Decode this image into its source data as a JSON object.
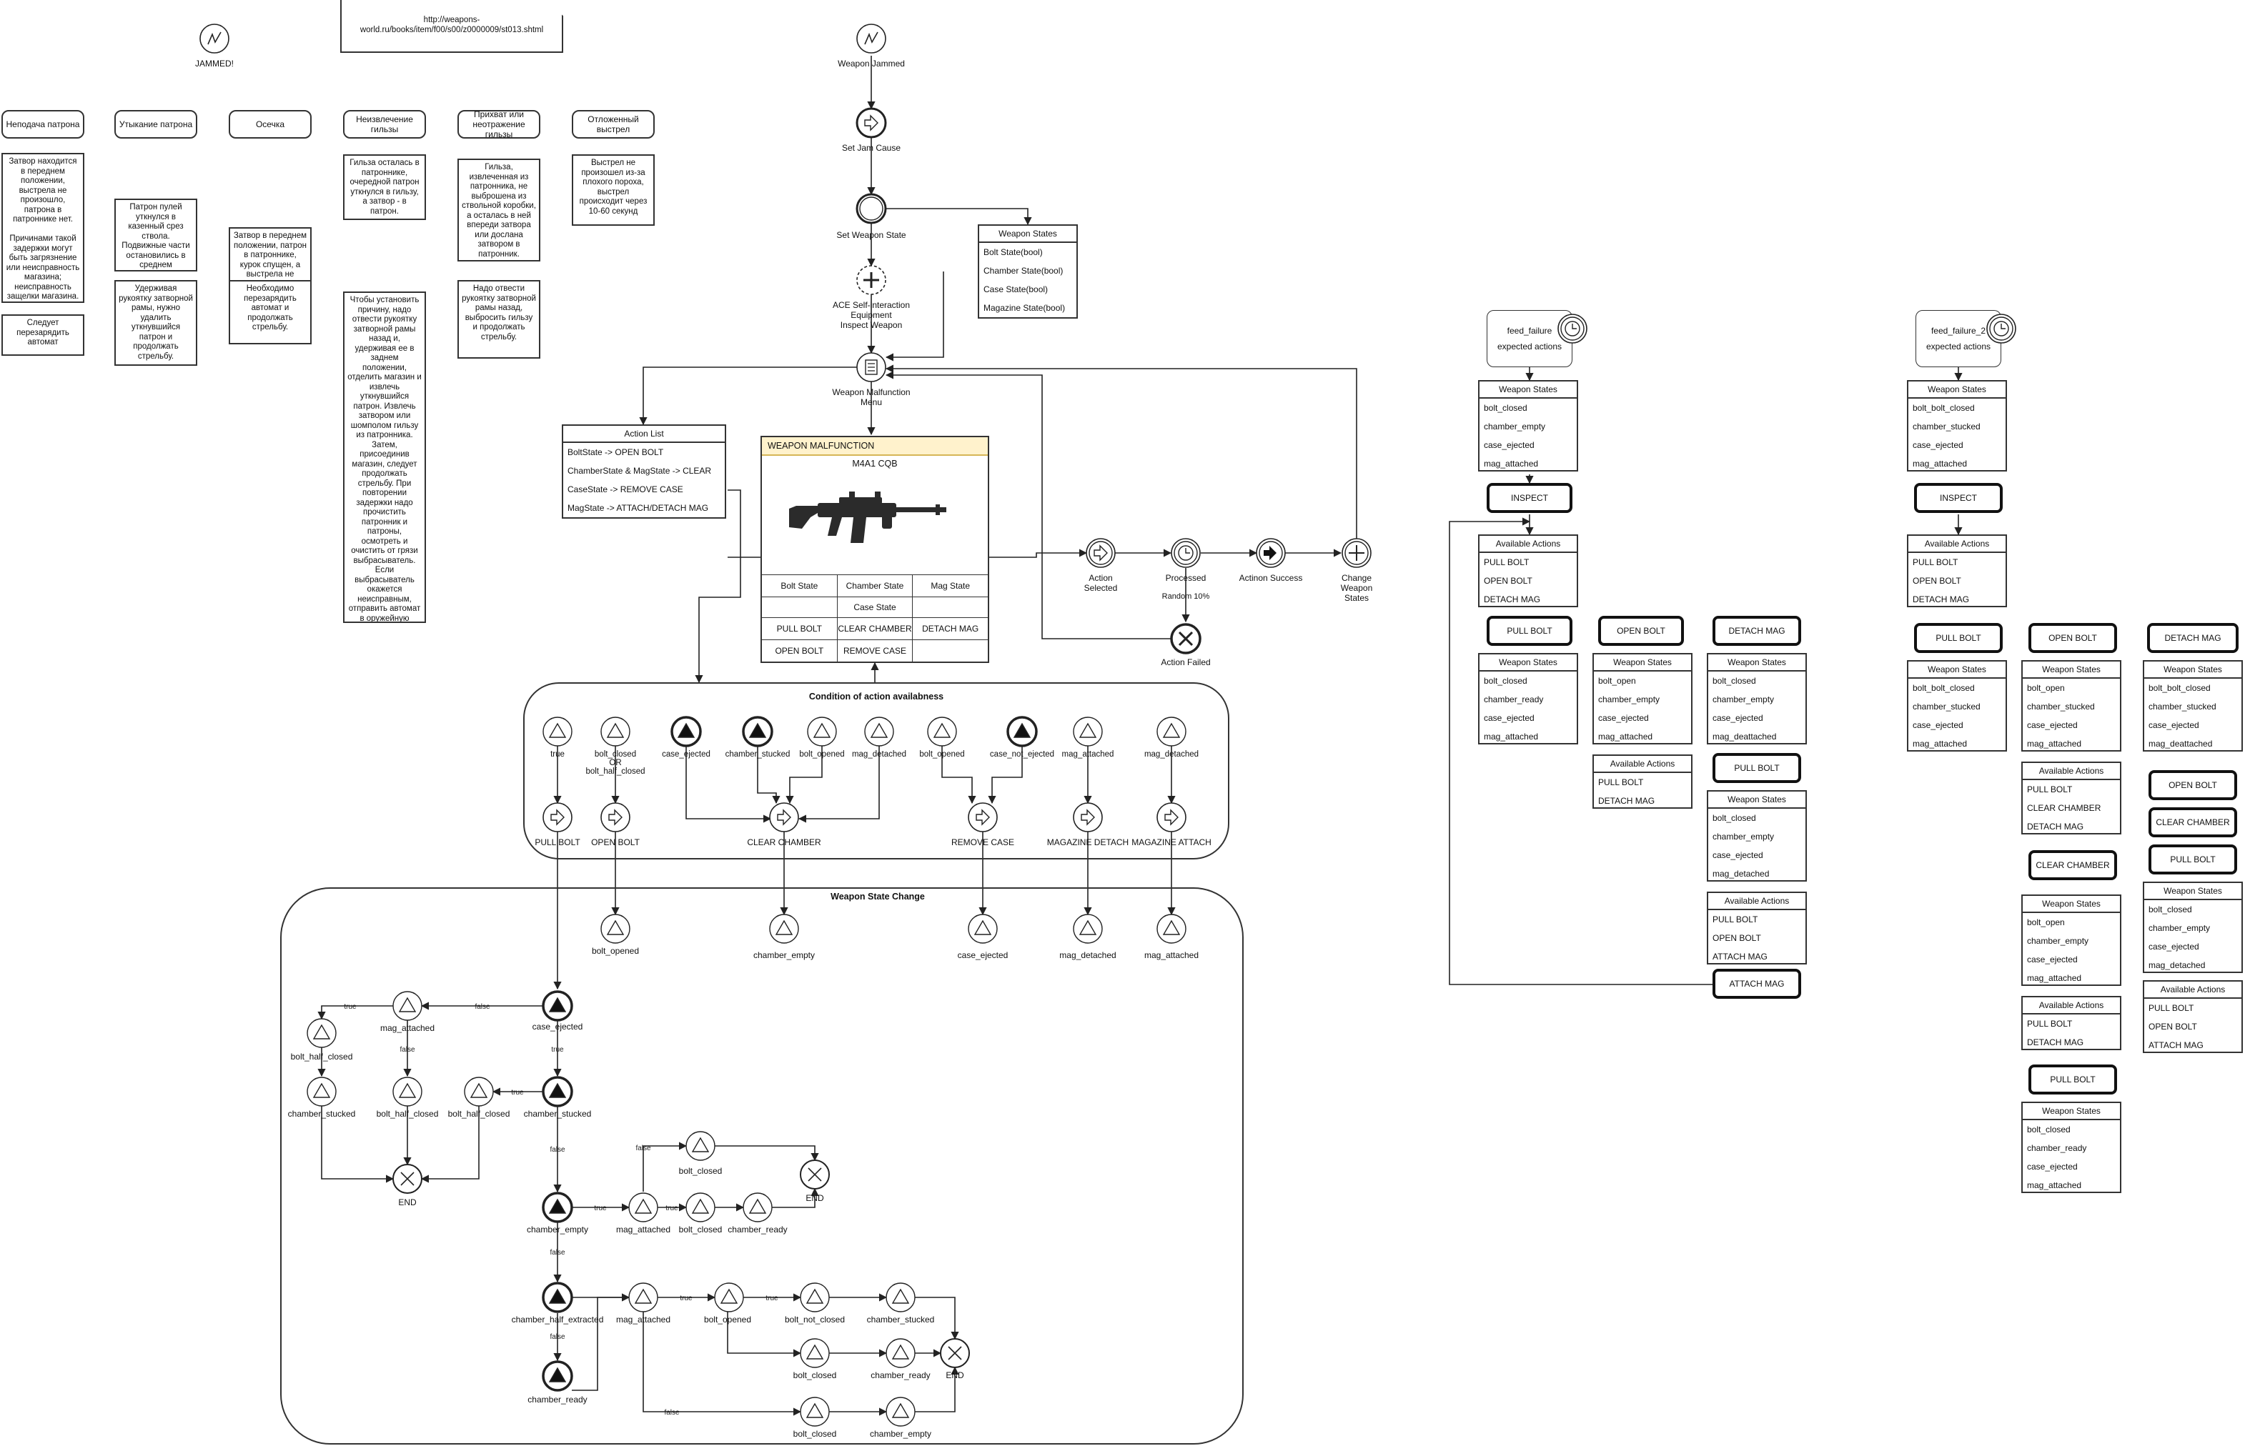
{
  "header": {
    "jammed_icon_label": "JAMMED!",
    "url_note": "http://weapons-world.ru/books/item/f00/s00/z0000009/st013.shtml"
  },
  "malfunctions": [
    {
      "title": "Неподача патрона",
      "desc": "Затвор находится в переднем положении, выстрела не произошло, патрона в патроннике нет.\n\nПричинами такой задержки могут быть загрязнение или неисправность магазина; неисправность защелки магазина.",
      "fix": "Следует перезарядить автомат"
    },
    {
      "title": "Утыкание патрона",
      "desc": "Патрон пулей уткнулся в казенный срез ствола. Подвижные части остановились в среднем положении.",
      "fix": "Удерживая рукоятку затворной рамы, нужно удалить уткнувшийся патрон и продолжать стрельбу."
    },
    {
      "title": "Осечка",
      "desc": "Затвор в переднем положении, патрон в патроннике, курок спущен, а выстрела не произошло",
      "fix": "Необходимо перезарядить автомат и продолжать стрельбу."
    },
    {
      "title": "Неизвлечение гильзы",
      "desc": "Гильза осталась в патроннике, очередной патрон уткнулся в гильзу, а затвор - в патрон.",
      "fix": "Чтобы установить причину, надо отвести рукоятку затворной рамы назад и, удерживая ее в заднем положении, отделить магазин и извлечь уткнувшийся патрон. Извлечь затвором или шомполом гильзу из патронника. Затем, присоединив магазин, следует продолжать стрельбу. При повторении задержки надо прочистить патронник и патроны, осмотреть и очистить от грязи выбрасыватель. Если выбрасыватель окажется неисправным, отправить автомат в оружейную мастерскую."
    },
    {
      "title": "Прихват или неотражение гильзы",
      "desc": "Гильза, извлеченная из патронника, не выброшена из ствольной коробки, а осталась в ней впереди затвора или дослана затвором в патронник.",
      "fix": "Надо отвести рукоятку затворной рамы назад, выбросить гильзу и продолжать стрельбу."
    },
    {
      "title": "Отложенный выстрел",
      "desc": "Выстрел не произошел из-за плохого пороха, выстрел происходит через 10-60 секунд",
      "fix": ""
    }
  ],
  "flow": {
    "weapon_jammed": "Weapon Jammed",
    "set_jam_cause": "Set Jam Cause",
    "set_weapon_state": "Set Weapon State",
    "ace_inspect": "ACE Self-interaction\nEquipment\nInspect Weapon",
    "malfunction_menu": "Weapon Malfunction\nMenu",
    "action_selected": "Action\nSelected",
    "processed": "Processed",
    "random": "Random 10%",
    "action_success": "Actinon Success",
    "change_states": "Change\nWeapon\nStates",
    "action_failed": "Action Failed"
  },
  "weapon_states_table": {
    "title": "Weapon States",
    "rows": [
      "Bolt State(bool)",
      "Chamber State(bool)",
      "Case State(bool)",
      "Magazine State(bool)"
    ]
  },
  "action_list": {
    "title": "Action List",
    "rows": [
      "BoltState -> OPEN BOLT",
      "ChamberState & MagState -> CLEAR",
      "CaseState -> REMOVE CASE",
      "MagState -> ATTACH/DETACH MAG"
    ]
  },
  "malfunction_card": {
    "header": "WEAPON MALFUNCTION",
    "weapon": "M4A1 CQB",
    "cols": [
      "Bolt State",
      "Chamber State",
      "Mag State"
    ],
    "row2": [
      "",
      "Case State",
      ""
    ],
    "row3": [
      "PULL BOLT",
      "CLEAR CHAMBER",
      "DETACH MAG"
    ],
    "row4": [
      "OPEN BOLT",
      "REMOVE CASE",
      ""
    ]
  },
  "conditions": {
    "title": "Condition of action availabness",
    "labels": [
      "true",
      "bolt_closed\nOR\nbolt_half_closed",
      "case_ejected",
      "chamber_stucked",
      "bolt_opened",
      "mag_detached",
      "bolt_opened",
      "case_not_ejected",
      "mag_attached",
      "mag_detached"
    ],
    "actions": [
      "PULL BOLT",
      "OPEN BOLT",
      "CLEAR CHAMBER",
      "REMOVE CASE",
      "MAGAZINE DETACH",
      "MAGAZINE ATTACH"
    ]
  },
  "state_change": {
    "title": "Weapon State Change",
    "results": [
      "bolt_opened",
      "chamber_empty",
      "case_ejected",
      "mag_detached",
      "mag_attached"
    ],
    "nodes": {
      "case_ejected": "case_ejected",
      "mag_attached_1": "mag_attached",
      "bolt_half_closed_1": "bolt_half_closed",
      "chamber_stucked_1": "chamber_stucked",
      "bolt_half_closed_2": "bolt_half_closed",
      "bolt_half_closed_3": "bolt_half_closed",
      "end_1": "END",
      "chamber_stucked_2": "chamber_stucked",
      "chamber_empty": "chamber_empty",
      "mag_attached_2": "mag_attached",
      "bolt_closed_1": "bolt_closed",
      "bolt_closed_2": "bolt_closed",
      "chamber_ready_1": "chamber_ready",
      "end_2": "END",
      "chamber_half_extracted": "chamber_half_extracted",
      "chamber_ready_2": "chamber_ready",
      "mag_attached_3": "mag_attached",
      "bolt_opened": "bolt_opened",
      "bolt_not_closed": "bolt_not_closed",
      "chamber_stucked_3": "chamber_stucked",
      "bolt_closed_3": "bolt_closed",
      "chamber_ready_3": "chamber_ready",
      "end_3": "END",
      "bolt_closed_4": "bolt_closed",
      "chamber_empty_2": "chamber_empty"
    },
    "edge_labels": {
      "true": "true",
      "false": "false"
    }
  },
  "feed_failure": {
    "event": "feed_failure",
    "expected": "expected actions",
    "states_title": "Weapon States",
    "initial": [
      "bolt_closed",
      "chamber_empty",
      "case_ejected",
      "mag_attached"
    ],
    "inspect": "INSPECT",
    "available_title": "Available Actions",
    "available": [
      "PULL BOLT",
      "OPEN BOLT",
      "DETACH MAG"
    ],
    "pull_bolt": "PULL BOLT",
    "pull_states": [
      "bolt_closed",
      "chamber_ready",
      "case_ejected",
      "mag_attached"
    ],
    "open_bolt": "OPEN BOLT",
    "open_states": [
      "bolt_open",
      "chamber_empty",
      "case_ejected",
      "mag_attached"
    ],
    "open_available": [
      "PULL BOLT",
      "DETACH MAG"
    ],
    "detach_mag": "DETACH MAG",
    "detach_states": [
      "bolt_closed",
      "chamber_empty",
      "case_ejected",
      "mag_deattached"
    ],
    "pull_bolt_2": "PULL BOLT",
    "pull2_states": [
      "bolt_closed",
      "chamber_empty",
      "case_ejected",
      "mag_detached"
    ],
    "pull2_available": [
      "PULL BOLT",
      "OPEN BOLT",
      "ATTACH MAG"
    ],
    "attach_mag": "ATTACH MAG"
  },
  "feed_failure_2": {
    "event": "feed_failure_2",
    "expected": "expected actions",
    "states_title": "Weapon States",
    "initial": [
      "bolt_bolt_closed",
      "chamber_stucked",
      "case_ejected",
      "mag_attached"
    ],
    "inspect": "INSPECT",
    "available_title": "Available Actions",
    "available": [
      "PULL BOLT",
      "OPEN BOLT",
      "DETACH MAG"
    ],
    "pull_bolt": "PULL BOLT",
    "pull_states": [
      "bolt_bolt_closed",
      "chamber_stucked",
      "case_ejected",
      "mag_attached"
    ],
    "open_bolt": "OPEN BOLT",
    "open_states": [
      "bolt_open",
      "chamber_stucked",
      "case_ejected",
      "mag_attached"
    ],
    "open_available": [
      "PULL BOLT",
      "CLEAR CHAMBER",
      "DETACH MAG"
    ],
    "clear_chamber_a": "CLEAR CHAMBER",
    "clear_states": [
      "bolt_open",
      "chamber_empty",
      "case_ejected",
      "mag_attached"
    ],
    "clear_available": [
      "PULL BOLT",
      "DETACH MAG"
    ],
    "pull_bolt_b": "PULL BOLT",
    "pull_b_states": [
      "bolt_closed",
      "chamber_ready",
      "case_ejected",
      "mag_attached"
    ],
    "detach_mag": "DETACH MAG",
    "detach_states": [
      "bolt_bolt_closed",
      "chamber_stucked",
      "case_ejected",
      "mag_deattached"
    ],
    "open_bolt_2": "OPEN BOLT",
    "clear_chamber_b": "CLEAR CHAMBER",
    "pull_bolt_c": "PULL BOLT",
    "pull_c_states": [
      "bolt_closed",
      "chamber_empty",
      "case_ejected",
      "mag_detached"
    ],
    "pull_c_available": [
      "PULL BOLT",
      "OPEN BOLT",
      "ATTACH MAG"
    ]
  },
  "colors": {
    "card_header": "#fff2cc",
    "card_border": "#d6b656",
    "stroke": "#333333"
  }
}
